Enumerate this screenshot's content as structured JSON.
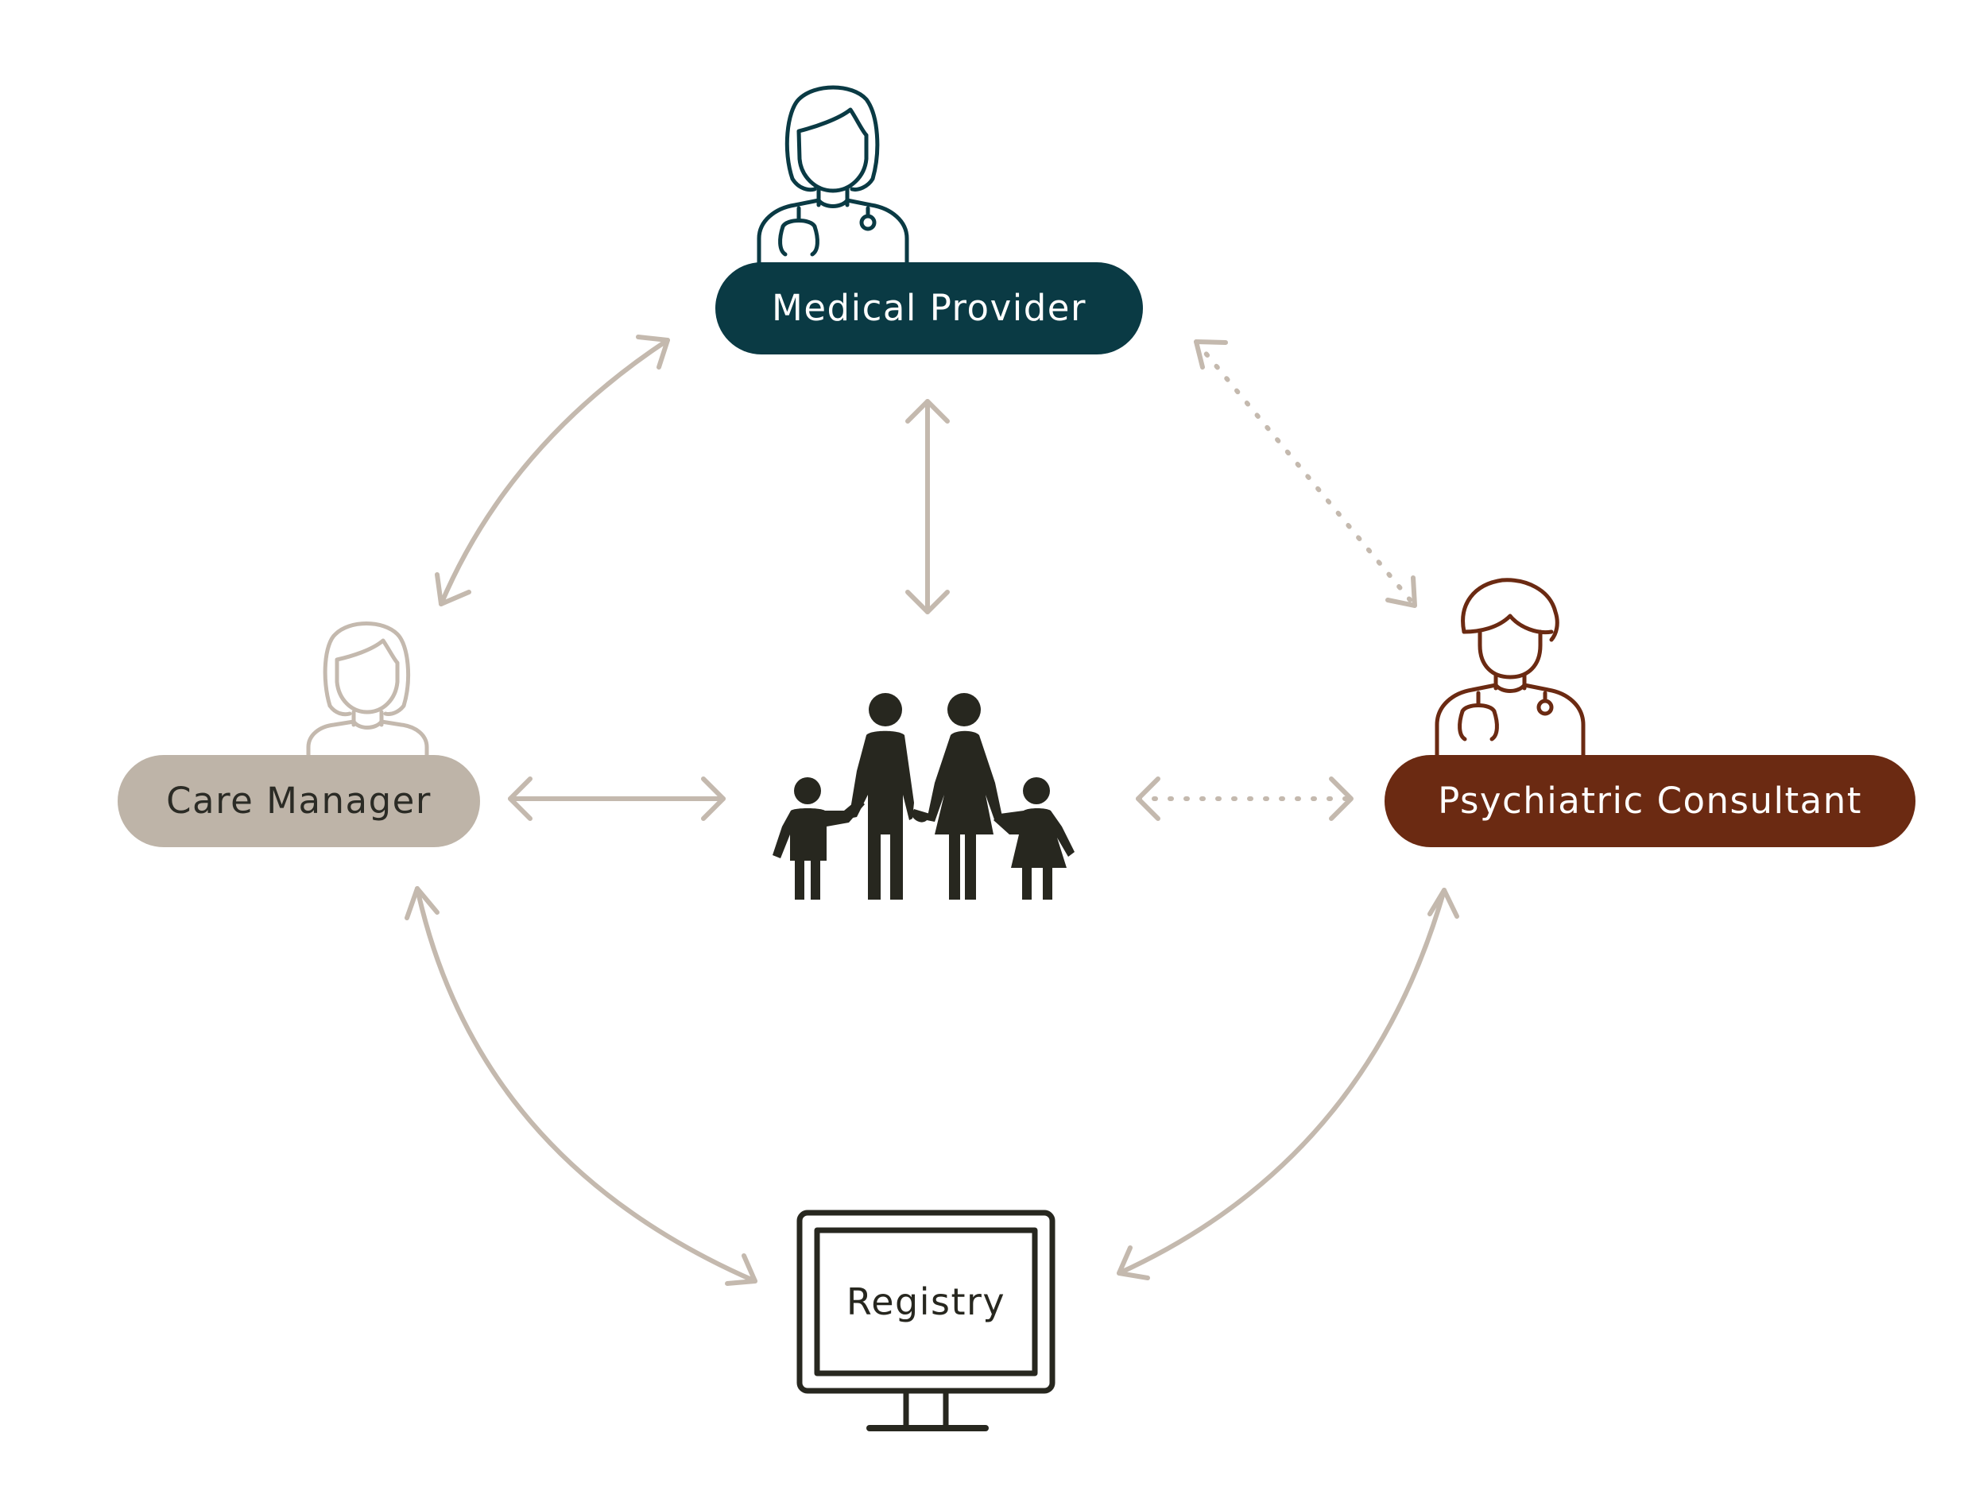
{
  "nodes": {
    "medical_provider": {
      "label": "Medical Provider"
    },
    "care_manager": {
      "label": "Care Manager"
    },
    "psychiatric_consultant": {
      "label": "Psychiatric Consultant"
    },
    "patient": {
      "icon": "family-icon"
    },
    "registry": {
      "label": "Registry",
      "icon": "monitor-icon"
    }
  },
  "connections": [
    {
      "from": "Medical Provider",
      "to": "Care Manager",
      "style": "solid",
      "direction": "bidirectional"
    },
    {
      "from": "Medical Provider",
      "to": "Patient",
      "style": "solid",
      "direction": "bidirectional"
    },
    {
      "from": "Medical Provider",
      "to": "Psychiatric Consultant",
      "style": "dotted",
      "direction": "bidirectional"
    },
    {
      "from": "Care Manager",
      "to": "Patient",
      "style": "solid",
      "direction": "bidirectional"
    },
    {
      "from": "Patient",
      "to": "Psychiatric Consultant",
      "style": "dotted",
      "direction": "bidirectional"
    },
    {
      "from": "Care Manager",
      "to": "Registry",
      "style": "solid",
      "direction": "bidirectional"
    },
    {
      "from": "Psychiatric Consultant",
      "to": "Registry",
      "style": "solid",
      "direction": "bidirectional"
    }
  ],
  "colors": {
    "background": "#ffffff",
    "medical_provider": "#0a3a44",
    "care_manager": "#beb4a8",
    "psychiatric_consultant": "#6b2a12",
    "arrow": "#c4b9ae",
    "dark_icon": "#27271f",
    "label_light": "#ffffff",
    "label_dark": "#2b2b25"
  }
}
